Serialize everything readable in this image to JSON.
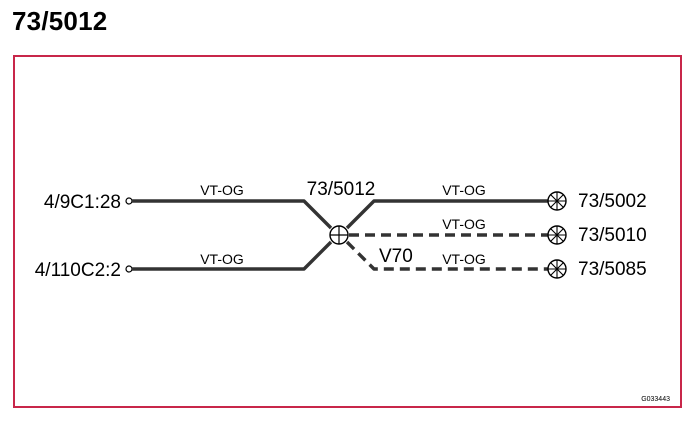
{
  "title": "73/5012",
  "figure_code": "G033443",
  "left_connectors": [
    {
      "id": "4/9C1:28"
    },
    {
      "id": "4/110C2:2"
    }
  ],
  "splice": {
    "id": "73/5012"
  },
  "right_connectors": [
    {
      "id": "73/5002"
    },
    {
      "id": "73/5010"
    },
    {
      "id": "73/5085"
    }
  ],
  "wires": [
    {
      "label": "VT-OG",
      "style": "solid"
    },
    {
      "label": "VT-OG",
      "style": "solid"
    },
    {
      "label": "VT-OG",
      "style": "solid"
    },
    {
      "label": "VT-OG",
      "style": "dashed"
    },
    {
      "label": "VT-OG",
      "style": "dashed"
    }
  ],
  "variant_label": "V70",
  "colors": {
    "frame": "#c8264a",
    "wire": "#333333"
  }
}
